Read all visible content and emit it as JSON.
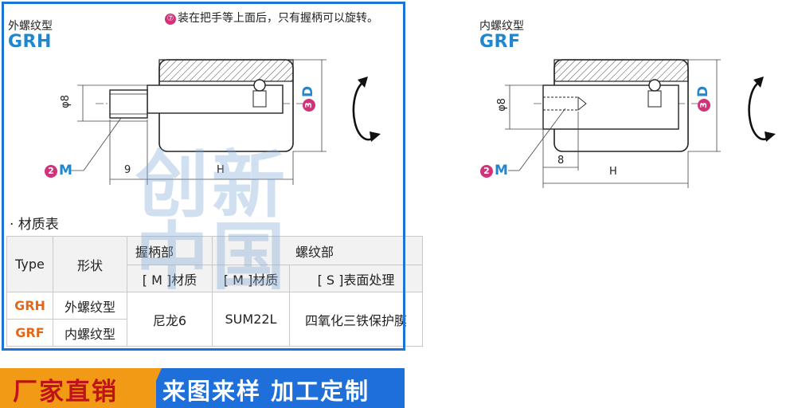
{
  "note": {
    "badge": "⑦",
    "text": "装在把手等上面后，只有握柄可以旋转。"
  },
  "left": {
    "caption": "外螺纹型",
    "code": "GRH",
    "dim_phi": "φ8",
    "dim_9": "9",
    "dim_H": "H",
    "m_num": "2",
    "m_label": "M",
    "d_num": "3",
    "d_label": "D"
  },
  "right": {
    "caption": "内螺纹型",
    "code": "GRF",
    "dim_phi": "φ8",
    "dim_8": "8",
    "dim_H": "H",
    "m_num": "2",
    "m_label": "M",
    "d_num": "3",
    "d_label": "D"
  },
  "section_title": "· 材质表",
  "table": {
    "type_header": "Type",
    "shape_header": "形状",
    "grip_header": "握柄部",
    "thread_header": "螺纹部",
    "grip_material": "[ M ]材质",
    "thread_material": "[ M ]材质",
    "thread_surface": "[ S ]表面处理",
    "rows": [
      {
        "type": "GRH",
        "shape": "外螺纹型"
      },
      {
        "type": "GRF",
        "shape": "内螺纹型"
      }
    ],
    "grip_value": "尼龙6",
    "thread_value": "SUM22L",
    "surface_value": "四氧化三铁保护膜"
  },
  "watermark": {
    "line1": "创新",
    "line2": "中国"
  },
  "banner": {
    "left_text": "厂家直销",
    "right_text": "来图来样 加工定制"
  },
  "colors": {
    "blue": "#1f86cf",
    "orange": "#e06a1c",
    "magenta": "#d0337a",
    "banner_blue": "#1e6fd9",
    "banner_orange": "#f29a16"
  }
}
